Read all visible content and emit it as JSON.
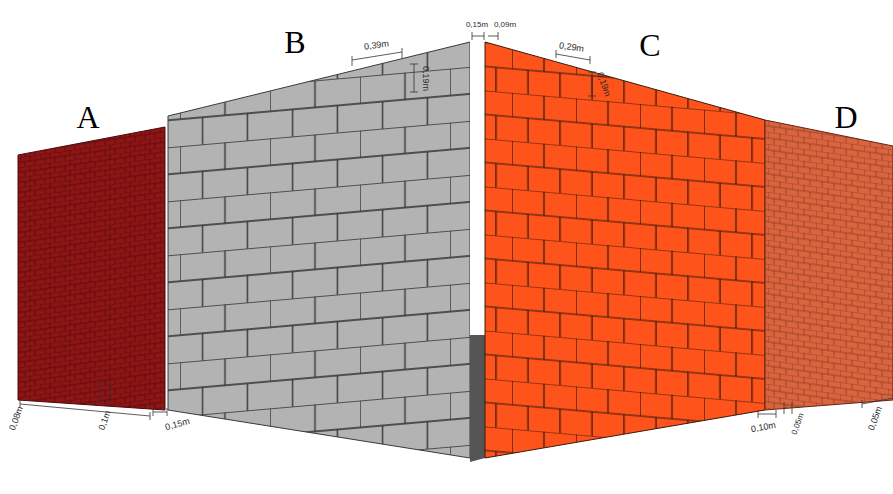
{
  "diagram": {
    "labels": [
      "A",
      "B",
      "C",
      "D",
      "0,39m",
      "0,19m",
      "0,15m",
      "0,09m",
      "0,29m",
      "0,19m",
      "0,08m",
      "0,1m",
      "0,15m",
      "0,10m",
      "0,05m",
      "0,05m"
    ]
  }
}
